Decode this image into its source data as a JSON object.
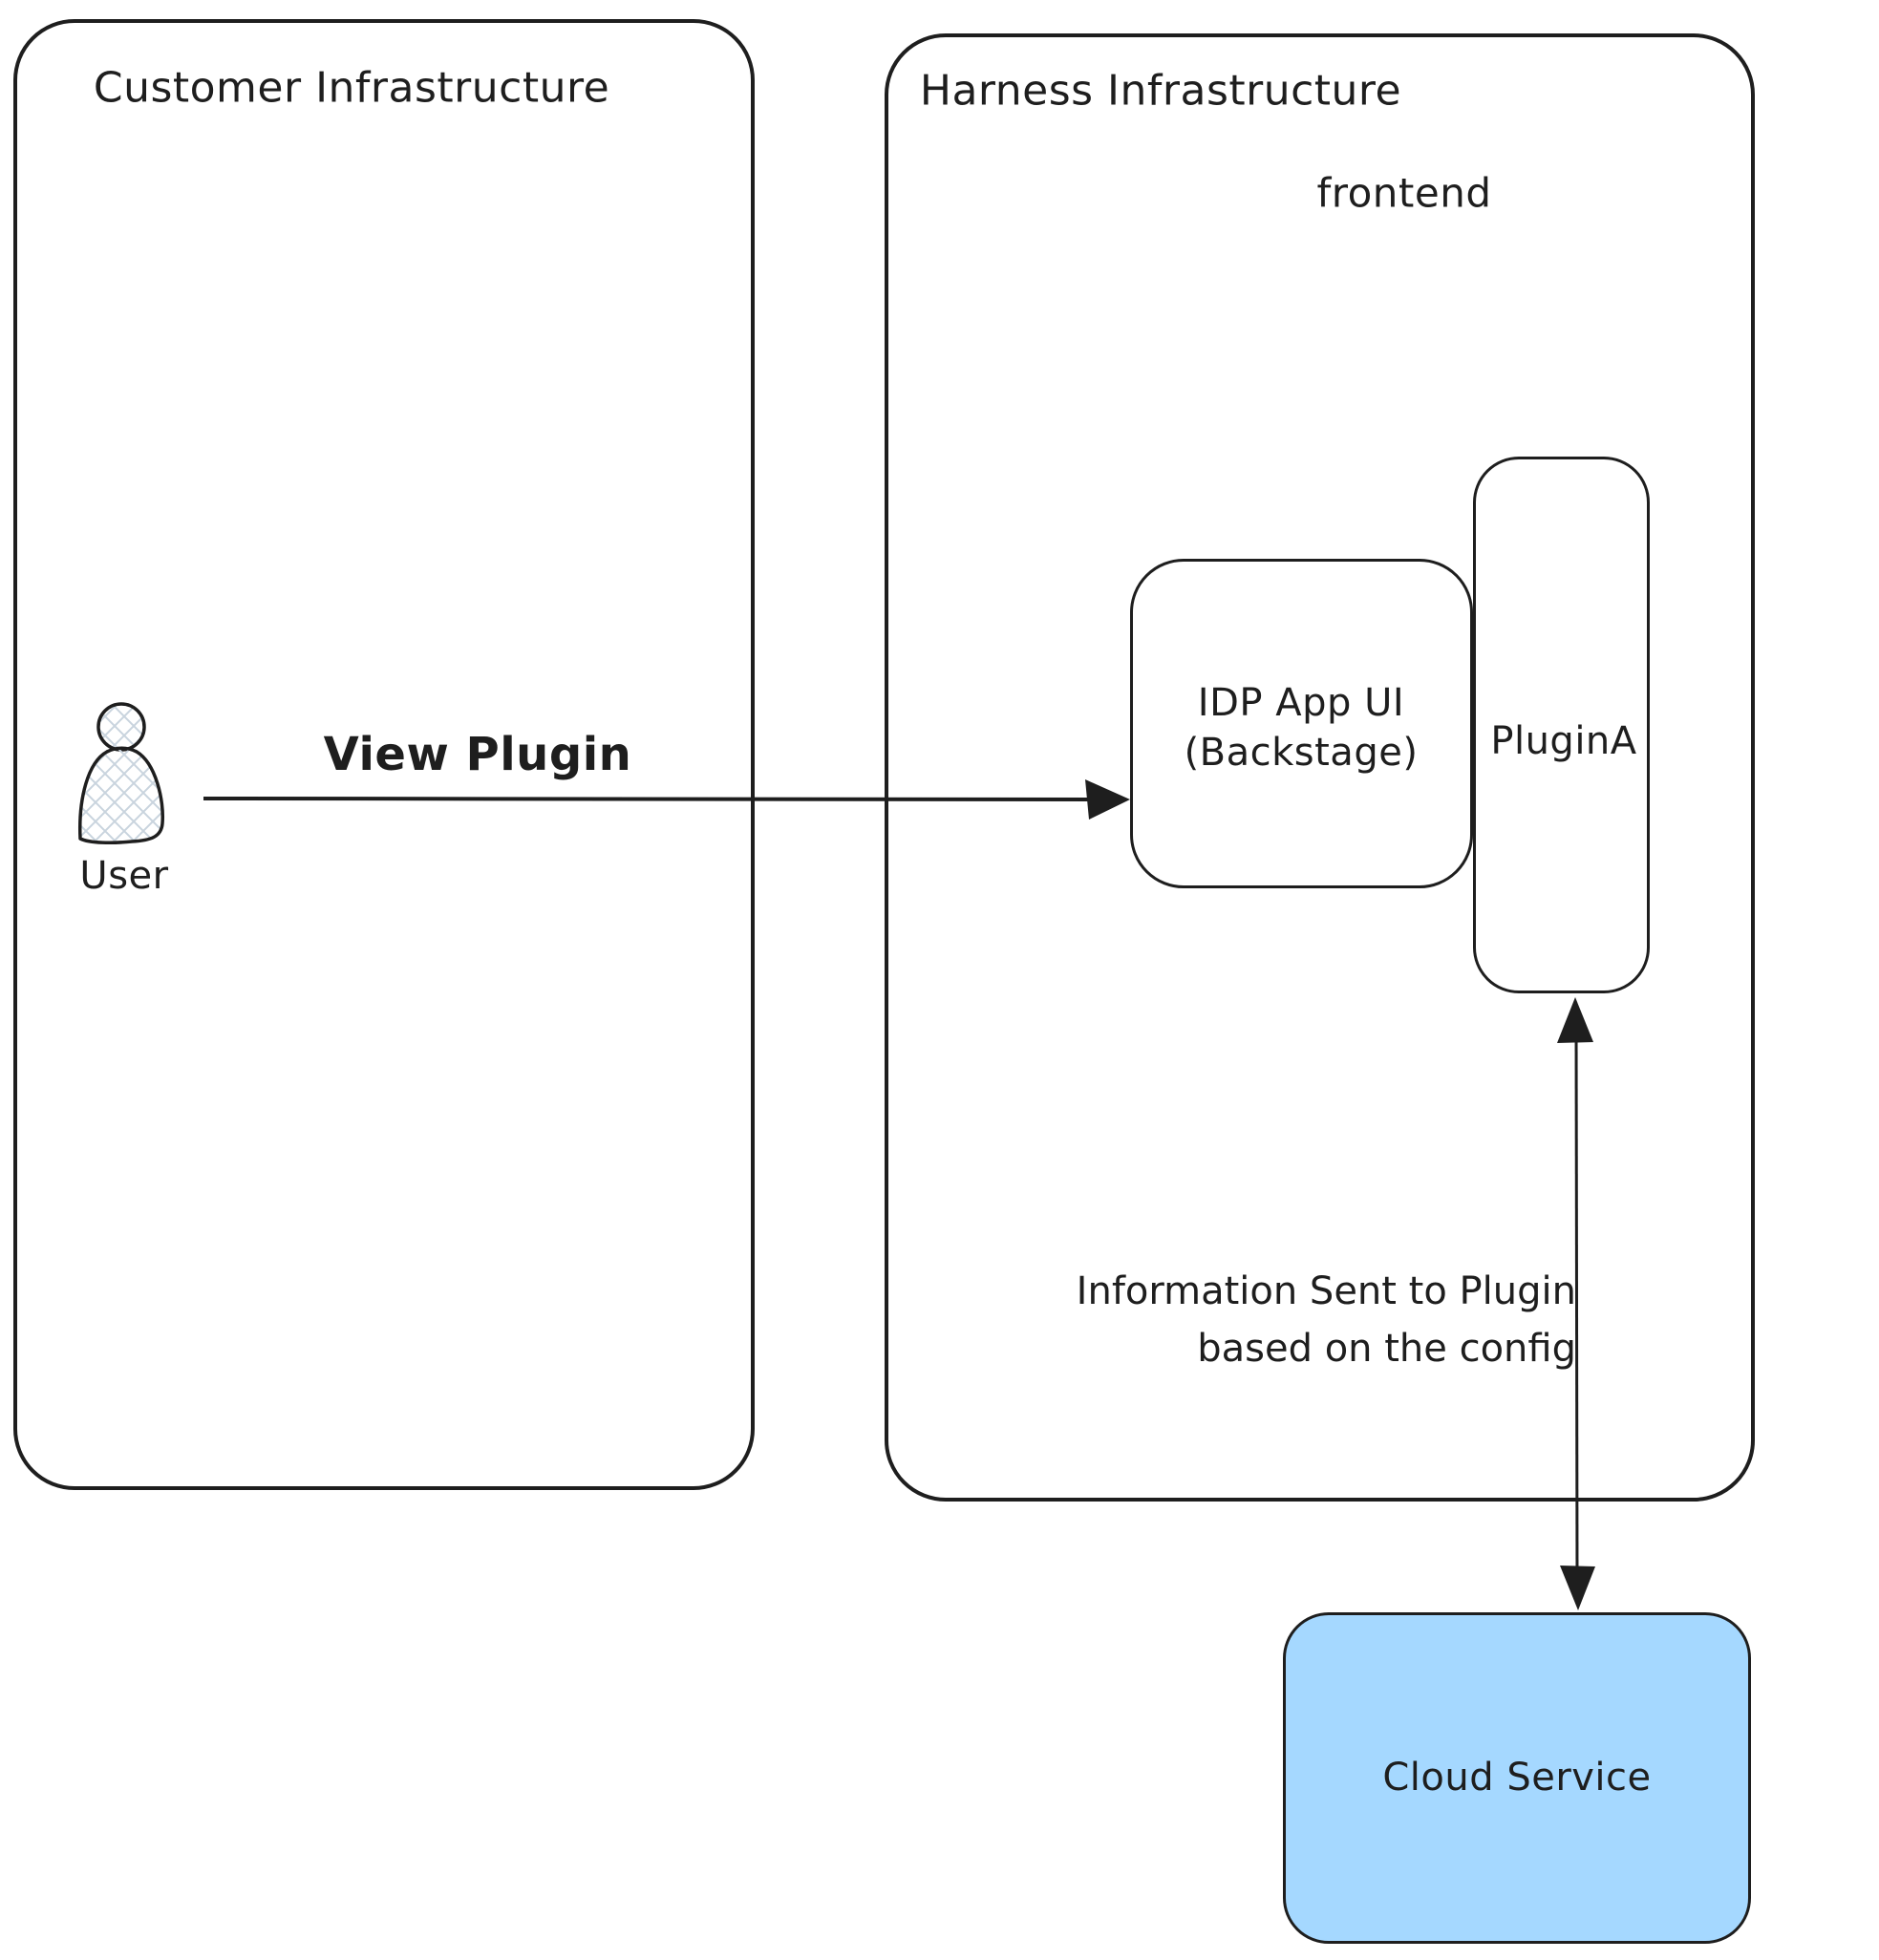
{
  "customer_box": {
    "title": "Customer Infrastructure"
  },
  "harness_box": {
    "title": "Harness Infrastructure",
    "frontend_label": "frontend"
  },
  "idp_box": {
    "title_line1": "IDP App UI",
    "title_line2": "(Backstage)"
  },
  "plugin_box": {
    "label": "PluginA"
  },
  "user": {
    "label": "User"
  },
  "arrows": {
    "view_plugin": {
      "label": "View Plugin"
    },
    "info_to_plugin": {
      "label_line1": "Information Sent to Plugin",
      "label_line2": "based on the config"
    }
  },
  "cloud_box": {
    "label": "Cloud Service"
  },
  "colors": {
    "stroke": "#1e1e1e",
    "cloud_fill": "#a5d8ff",
    "hatch_fill": "#c9d4de",
    "background": "#ffffff"
  }
}
